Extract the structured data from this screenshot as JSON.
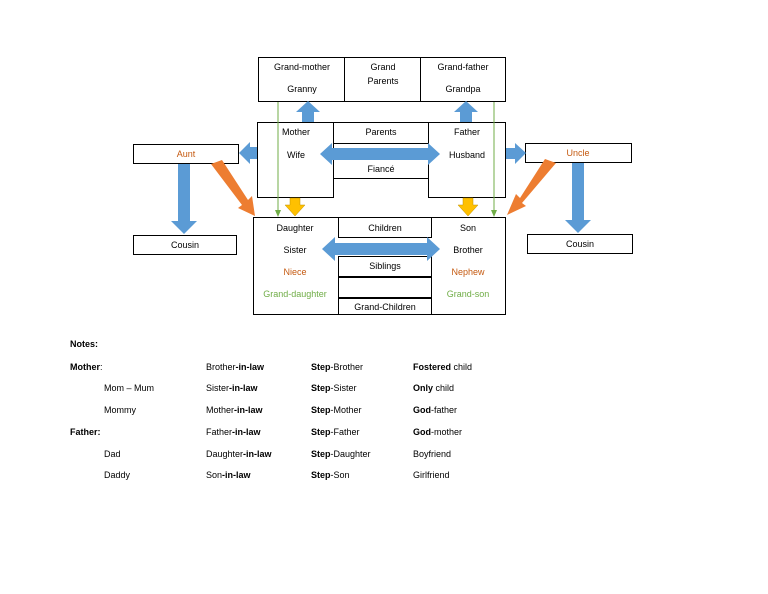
{
  "diagram": {
    "grandparents": {
      "grandmother": "Grand-mother",
      "granny": "Granny",
      "grand": "Grand",
      "parents": "Parents",
      "grandfather": "Grand-father",
      "grandpa": "Grandpa"
    },
    "parents_row": {
      "mother": "Mother",
      "wife": "Wife",
      "parents_label": "Parents",
      "fiance": "Fiancé",
      "father": "Father",
      "husband": "Husband"
    },
    "sides": {
      "aunt": "Aunt",
      "uncle": "Uncle",
      "cousin_left": "Cousin",
      "cousin_right": "Cousin"
    },
    "children_row": {
      "daughter": "Daughter",
      "sister": "Sister",
      "niece": "Niece",
      "granddaughter": "Grand-daughter",
      "children": "Children",
      "siblings": "Siblings",
      "grandchildren": "Grand-Children",
      "son": "Son",
      "brother": "Brother",
      "nephew": "Nephew",
      "grandson": "Grand-son"
    },
    "colors": {
      "blue_arrow": "#5b9bd5",
      "orange_arrow": "#ed7d31",
      "yellow_arrow": "#ffc000",
      "green_line": "#70ad47",
      "orange_text": "#c55a11",
      "green_text": "#70ad47"
    }
  },
  "notes": {
    "title": "Notes:",
    "col1": {
      "mother": "Mother",
      "mother_colon": ":",
      "mom_mum": "Mom – Mum",
      "mommy": "Mommy",
      "father": "Father:",
      "dad": "Dad",
      "daddy": "Daddy"
    },
    "col2": [
      {
        "a": "Brother",
        "b": "-in-law"
      },
      {
        "a": "Sister",
        "b": "-in-law"
      },
      {
        "a": "Mother",
        "b": "-in-law"
      },
      {
        "a": "Father",
        "b": "-in-law"
      },
      {
        "a": "Daughter",
        "b": "-in-law"
      },
      {
        "a": "Son",
        "b": "-in-law"
      }
    ],
    "col3": [
      {
        "a": "Step",
        "b": "-Brother"
      },
      {
        "a": "Step",
        "b": "-Sister"
      },
      {
        "a": "Step",
        "b": "-Mother"
      },
      {
        "a": "Step",
        "b": "-Father"
      },
      {
        "a": "Step",
        "b": "-Daughter"
      },
      {
        "a": "Step",
        "b": "-Son"
      }
    ],
    "col4": [
      {
        "a": "Fostered",
        "b": " child"
      },
      {
        "a": "Only",
        "b": " child"
      },
      {
        "a": "God",
        "b": "-father"
      },
      {
        "a": "God",
        "b": "-mother"
      },
      {
        "a": "",
        "b": "Boyfriend"
      },
      {
        "a": "",
        "b": "Girlfriend"
      }
    ]
  }
}
